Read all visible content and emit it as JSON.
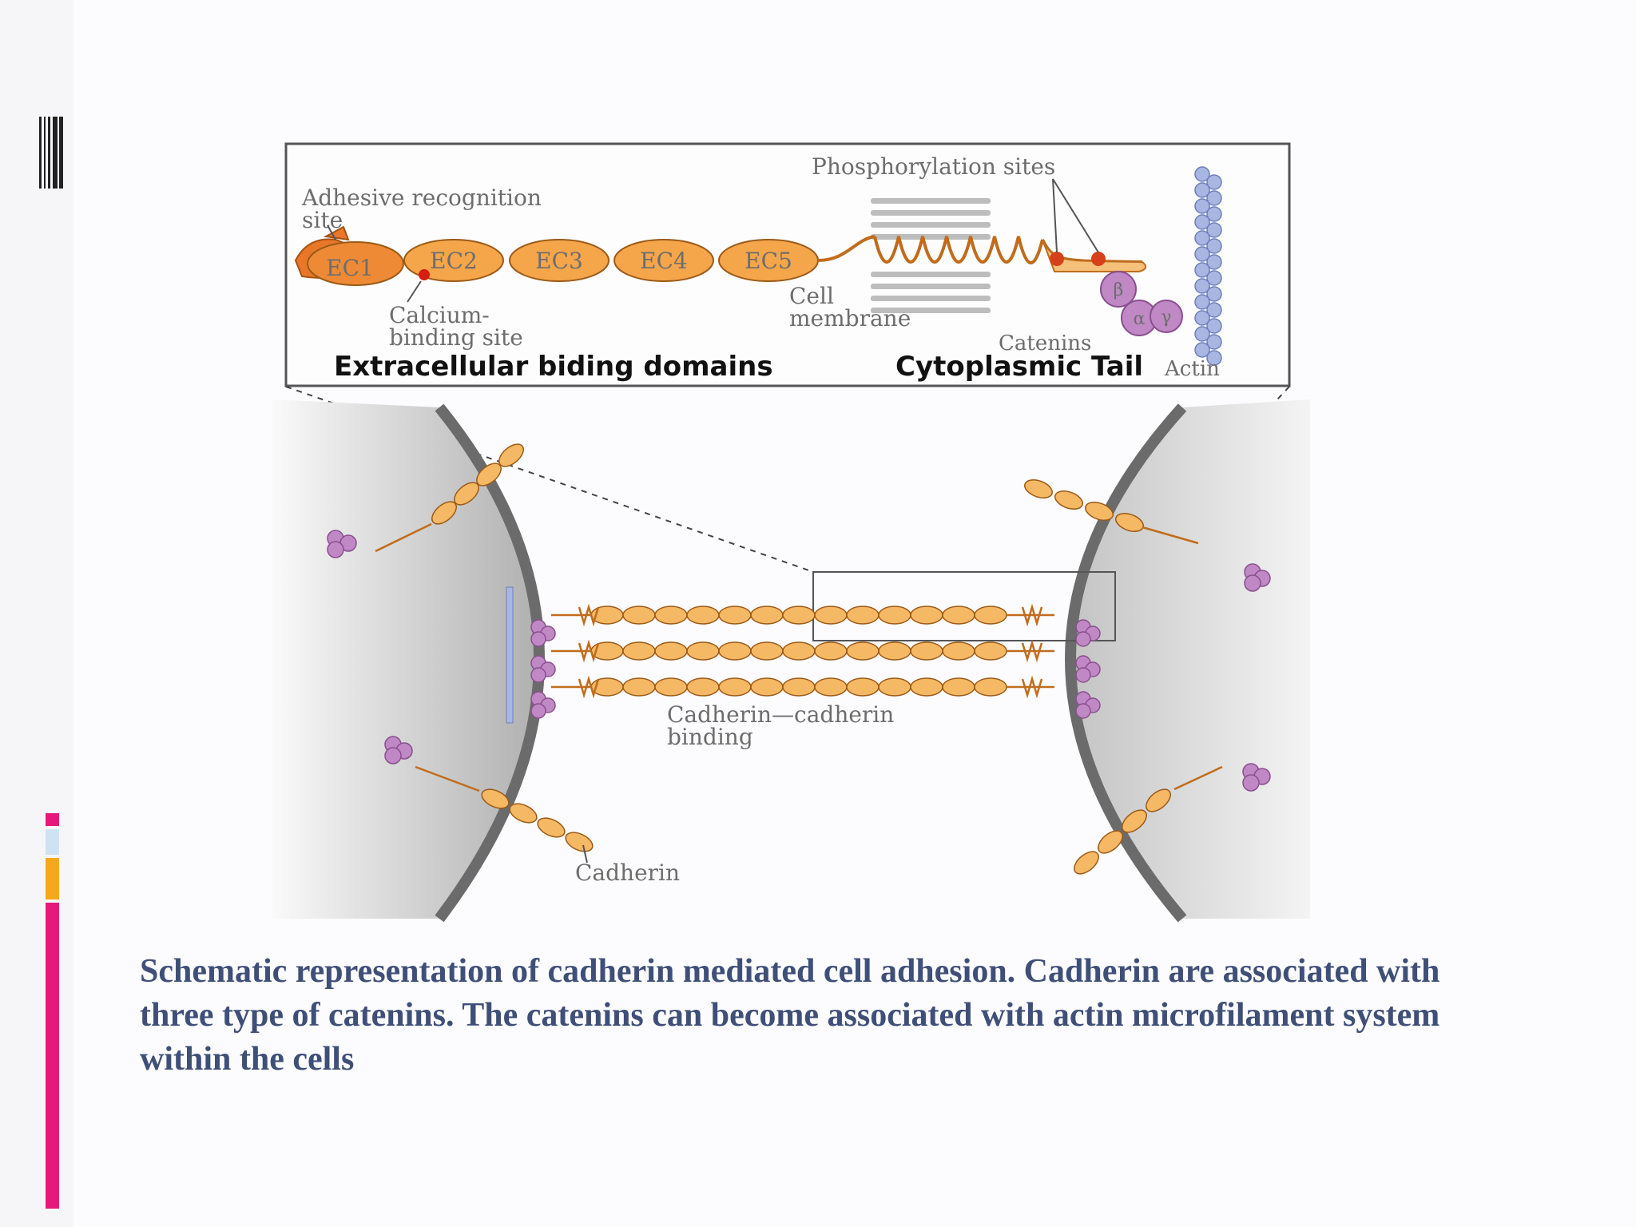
{
  "diagram": {
    "inset_labels": {
      "adhesive_site": "Adhesive recognition site",
      "phosphorylation": "Phosphorylation sites",
      "calcium_site": "Calcium- binding site",
      "cell_membrane": "Cell membrane",
      "catenins": "Catenins",
      "actin": "Actin",
      "extracellular": "Extracellular biding domains",
      "cytoplasmic": "Cytoplasmic Tail"
    },
    "domains": [
      "EC1",
      "EC2",
      "EC3",
      "EC4",
      "EC5"
    ],
    "catenin_symbols": [
      "β",
      "α",
      "γ"
    ],
    "main_labels": {
      "binding": "Cadherin—cadherin binding",
      "cadherin": "Cadherin"
    }
  },
  "caption": "Schematic representation of cadherin mediated cell adhesion. Cadherin are associated with three type of catenins. The catenins can become associated with actin microfilament system within the cells",
  "colors": {
    "accent_pink": "#e6197a",
    "accent_orange": "#f5a81c",
    "accent_blue": "#cfe2f2",
    "domain_orange": "#f5a54a",
    "catenin_purple": "#c088c4",
    "actin_blue": "#a8b6e2",
    "caption_text": "#3f4f78"
  }
}
